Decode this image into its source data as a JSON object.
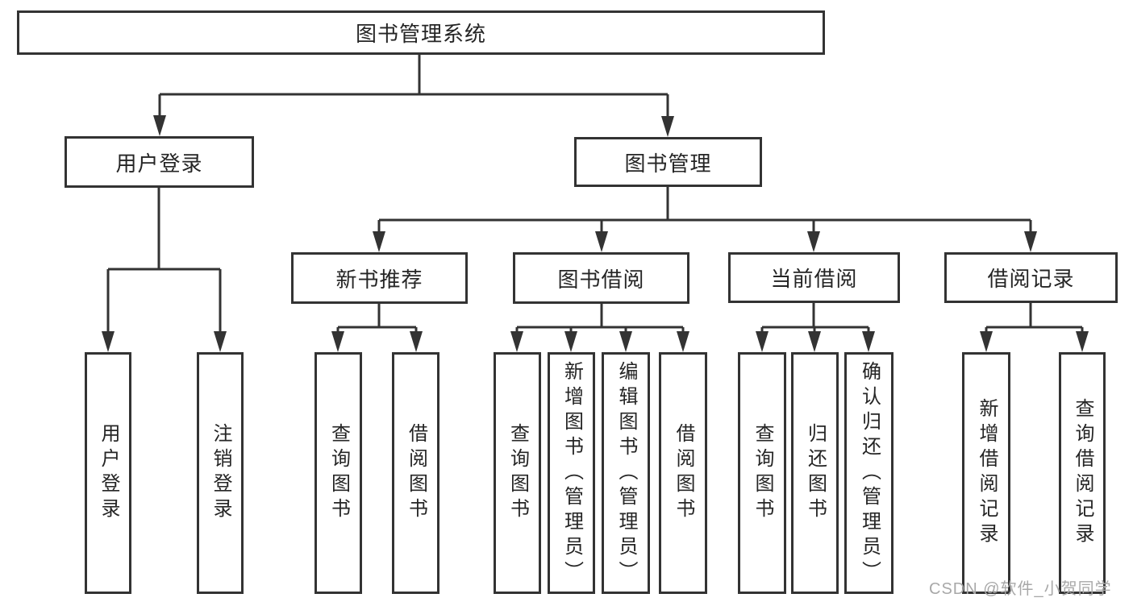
{
  "diagram": {
    "root": "图书管理系统",
    "branches": [
      {
        "label": "用户登录",
        "children": [
          "用户登录",
          "注销登录"
        ]
      },
      {
        "label": "图书管理",
        "groups": [
          {
            "label": "新书推荐",
            "children": [
              "查询图书",
              "借阅图书"
            ]
          },
          {
            "label": "图书借阅",
            "children": [
              "查询图书",
              "新增图书（管理员）",
              "编辑图书（管理员）",
              "借阅图书"
            ]
          },
          {
            "label": "当前借阅",
            "children": [
              "查询图书",
              "归还图书",
              "确认归还（管理员）"
            ]
          },
          {
            "label": "借阅记录",
            "children": [
              "新增借阅记录",
              "查询借阅记录"
            ]
          }
        ]
      }
    ]
  },
  "watermark": {
    "text": "CSDN @软件_小贺同学"
  },
  "colors": {
    "background": "#ffffff",
    "line": "#333333",
    "box_border": "#333333",
    "text": "#252525",
    "watermark": "#a8a8a8"
  }
}
